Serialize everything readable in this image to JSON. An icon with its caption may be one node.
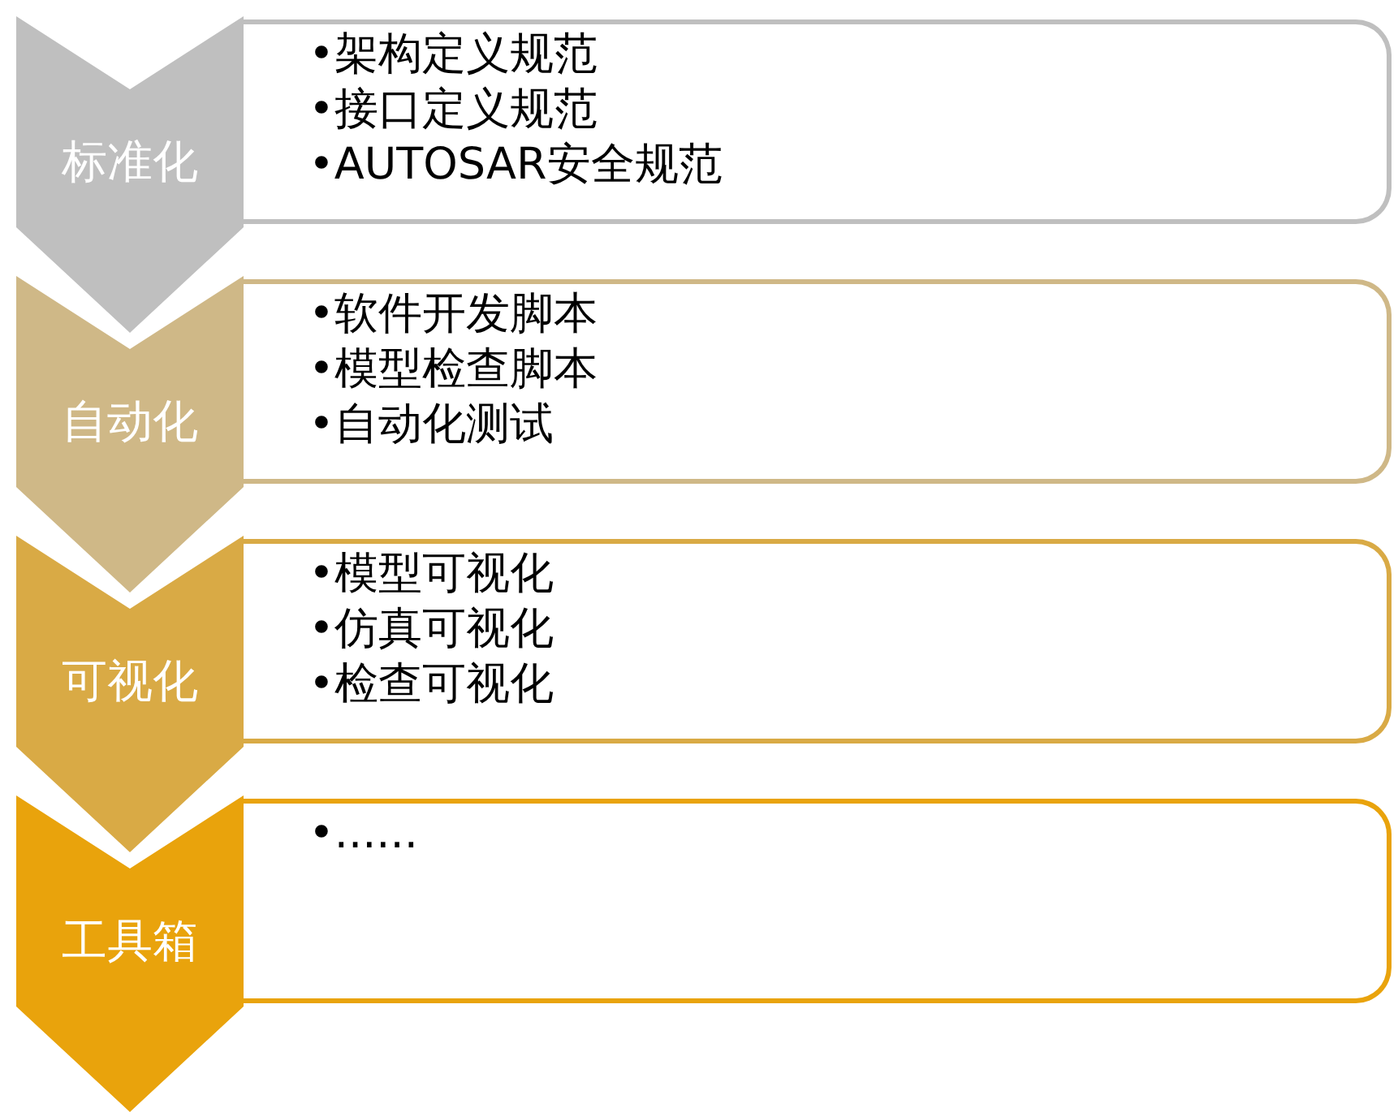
{
  "diagram": {
    "nodes": [
      {
        "text": [
          "标准化"
        ]
      },
      {
        "text": [
          "•架构定义规范",
          "•接口定义规范",
          "•AUTOSAR安全规范"
        ]
      },
      {
        "text": [
          "自动化"
        ]
      },
      {
        "text": [
          "•软件开发脚本",
          "•模型检查脚本",
          "•自动化测试"
        ]
      },
      {
        "text": [
          "可视化"
        ]
      },
      {
        "text": [
          "•模型可视化",
          "•仿真可视化",
          "•检查可视化"
        ]
      },
      {
        "text": [
          "工具箱"
        ]
      },
      {
        "text": [
          "•......"
        ]
      }
    ]
  }
}
